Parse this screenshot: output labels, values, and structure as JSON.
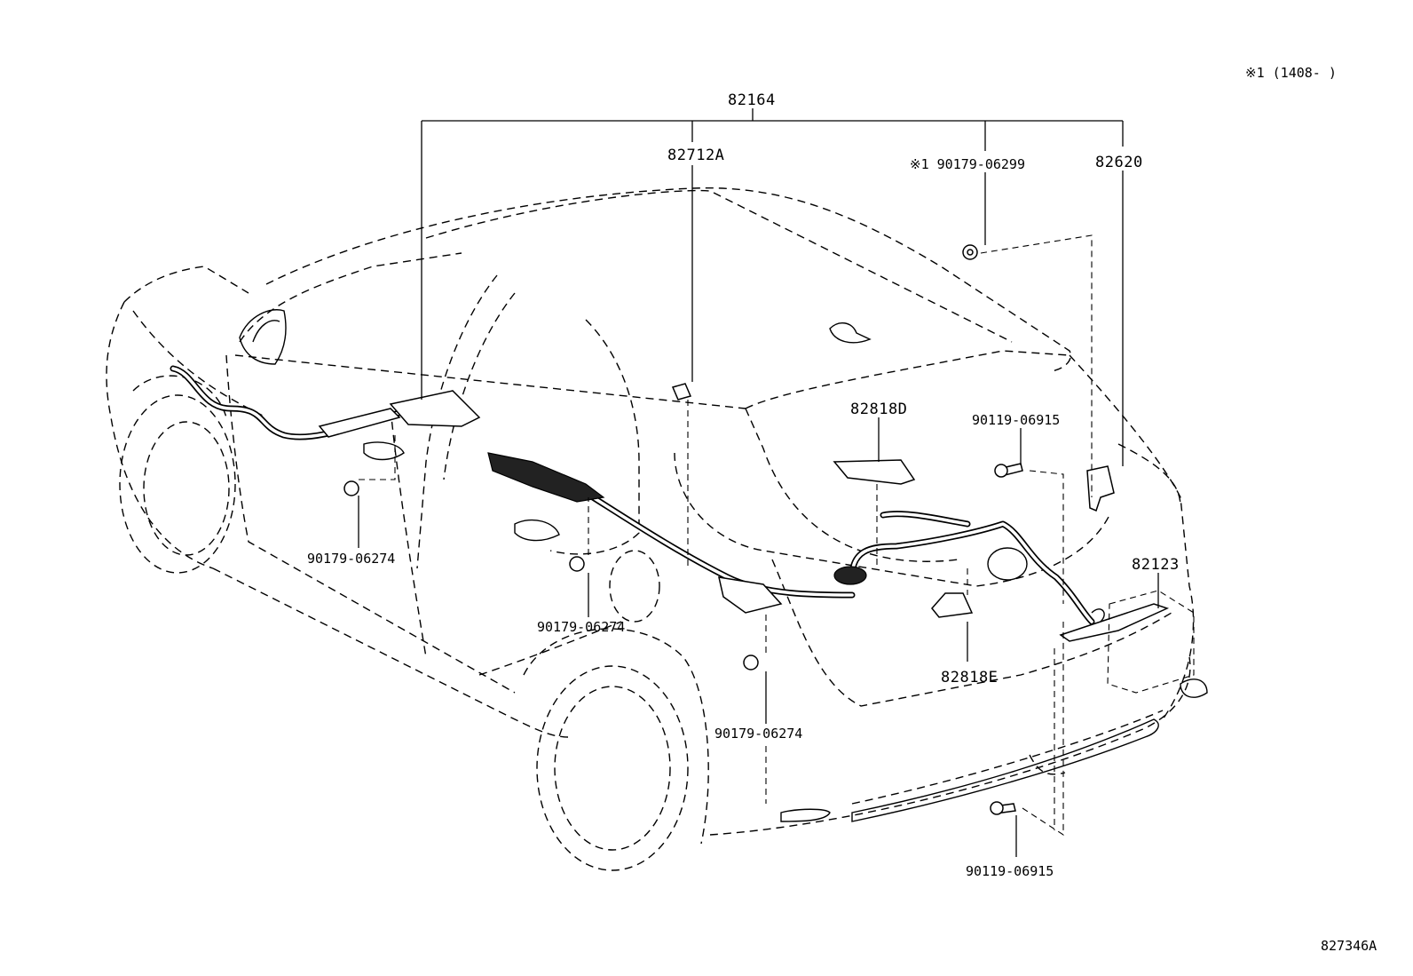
{
  "note": "※1 (1408-     )",
  "diagram_code": "827346A",
  "parts": {
    "p82164": "82164",
    "p82712A": "82712A",
    "p90179_06299": "※1 90179-06299",
    "p82620": "82620",
    "p82818D": "82818D",
    "p90119_06915_top": "90119-06915",
    "p82123": "82123",
    "p82818E": "82818E",
    "p90179_06274_left": "90179-06274",
    "p90179_06274_mid": "90179-06274",
    "p90179_06274_low": "90179-06274",
    "p90119_06915_bottom": "90119-06915"
  }
}
